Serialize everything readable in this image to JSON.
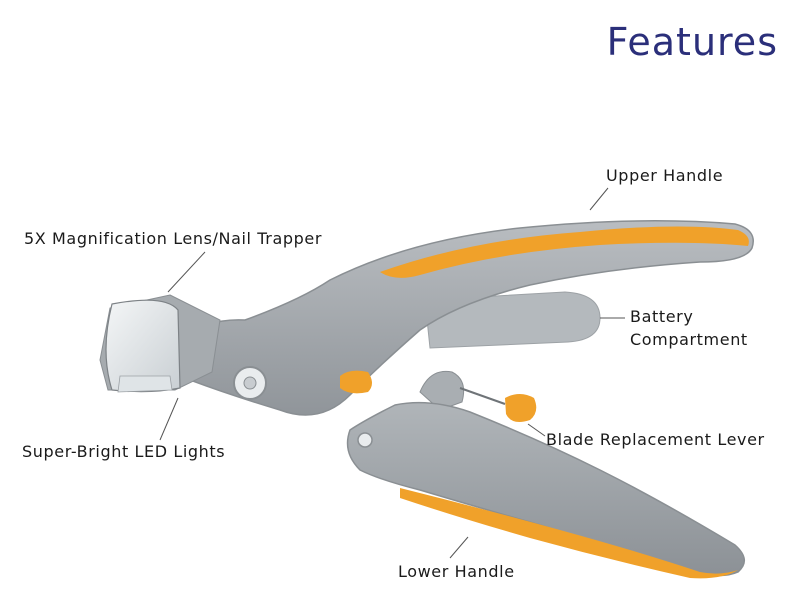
{
  "title": "Features",
  "labels": {
    "upper_handle": "Upper Handle",
    "lens": "5X Magnification Lens/Nail Trapper",
    "battery_line1": "Battery",
    "battery_line2": "Compartment",
    "led": "Super-Bright LED Lights",
    "blade_lever": "Blade Replacement Lever",
    "lower_handle": "Lower Handle"
  },
  "colors": {
    "title": "#2b2f7a",
    "body_gray": "#a2a7ab",
    "body_dark": "#8a8f93",
    "accent_orange": "#f0a12a",
    "lens": "#e6eaec"
  }
}
